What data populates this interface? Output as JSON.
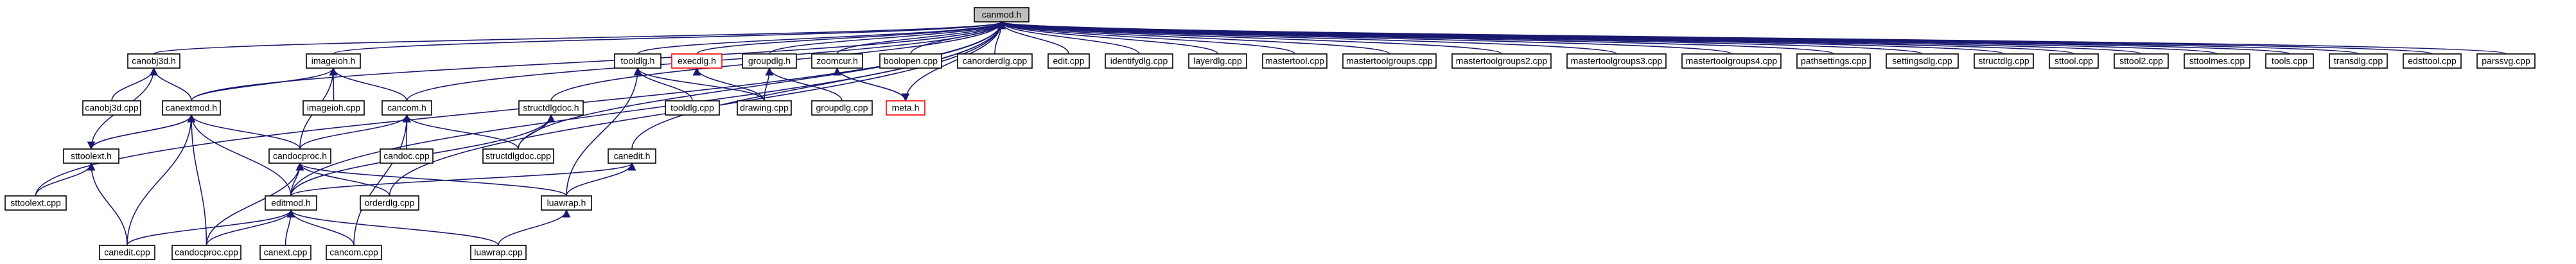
{
  "colors": {
    "edge": "#191970",
    "root_fill": "#bfbfbf",
    "node_stroke": "#000000",
    "missing_stroke": "#ff0000"
  },
  "nodes": [
    {
      "id": "canmod_h",
      "label": "canmod.h",
      "root": true
    },
    {
      "id": "canobj3d_h",
      "label": "canobj3d.h"
    },
    {
      "id": "canobj3d_cpp",
      "label": "canobj3d.cpp"
    },
    {
      "id": "imageioh_h",
      "label": "imageioh.h"
    },
    {
      "id": "imageioh_cpp",
      "label": "imageioh.cpp"
    },
    {
      "id": "canextmod_h",
      "label": "canextmod.h"
    },
    {
      "id": "sttoolext_h",
      "label": "sttoolext.h"
    },
    {
      "id": "sttoolext_cpp",
      "label": "sttoolext.cpp"
    },
    {
      "id": "cancom_h",
      "label": "cancom.h"
    },
    {
      "id": "candoc_cpp",
      "label": "candoc.cpp"
    },
    {
      "id": "candocproc_h",
      "label": "candocproc.h"
    },
    {
      "id": "editmod_h",
      "label": "editmod.h"
    },
    {
      "id": "orderdlg_cpp",
      "label": "orderdlg.cpp"
    },
    {
      "id": "canedit_cpp",
      "label": "canedit.cpp"
    },
    {
      "id": "candocproc_cpp",
      "label": "candocproc.cpp"
    },
    {
      "id": "canext_cpp",
      "label": "canext.cpp"
    },
    {
      "id": "cancom_cpp",
      "label": "cancom.cpp"
    },
    {
      "id": "luawrap_h",
      "label": "luawrap.h"
    },
    {
      "id": "luawrap_cpp",
      "label": "luawrap.cpp"
    },
    {
      "id": "structdlgdoc_h",
      "label": "structdlgdoc.h"
    },
    {
      "id": "structdlgdoc_cpp",
      "label": "structdlgdoc.cpp"
    },
    {
      "id": "canedit_h",
      "label": "canedit.h"
    },
    {
      "id": "tooldlg_h",
      "label": "tooldlg.h"
    },
    {
      "id": "tooldlg_cpp",
      "label": "tooldlg.cpp"
    },
    {
      "id": "execdlg_h",
      "label": "execdlg.h",
      "missing": true
    },
    {
      "id": "drawing_cpp",
      "label": "drawing.cpp"
    },
    {
      "id": "groupdlg_h",
      "label": "groupdlg.h"
    },
    {
      "id": "groupdlg_cpp",
      "label": "groupdlg.cpp"
    },
    {
      "id": "zoomcur_h",
      "label": "zoomcur.h"
    },
    {
      "id": "meta_h",
      "label": "meta.h",
      "missing": true
    },
    {
      "id": "boolopen_cpp",
      "label": "boolopen.cpp"
    },
    {
      "id": "canorderdlg_cpp",
      "label": "canorderdlg.cpp"
    },
    {
      "id": "edit_cpp",
      "label": "edit.cpp"
    },
    {
      "id": "identifydlg_cpp",
      "label": "identifydlg.cpp"
    },
    {
      "id": "layerdlg_cpp",
      "label": "layerdlg.cpp"
    },
    {
      "id": "mastertool_cpp",
      "label": "mastertool.cpp"
    },
    {
      "id": "mastertoolgroups_cpp",
      "label": "mastertoolgroups.cpp"
    },
    {
      "id": "mastertoolgroups2_cpp",
      "label": "mastertoolgroups2.cpp"
    },
    {
      "id": "mastertoolgroups3_cpp",
      "label": "mastertoolgroups3.cpp"
    },
    {
      "id": "mastertoolgroups4_cpp",
      "label": "mastertoolgroups4.cpp"
    },
    {
      "id": "pathsettings_cpp",
      "label": "pathsettings.cpp"
    },
    {
      "id": "settingsdlg_cpp",
      "label": "settingsdlg.cpp"
    },
    {
      "id": "structdlg_cpp",
      "label": "structdlg.cpp"
    },
    {
      "id": "sttool_cpp",
      "label": "sttool.cpp"
    },
    {
      "id": "sttool2_cpp",
      "label": "sttool2.cpp"
    },
    {
      "id": "sttoolmes_cpp",
      "label": "sttoolmes.cpp"
    },
    {
      "id": "tools_cpp",
      "label": "tools.cpp"
    },
    {
      "id": "transdlg_cpp",
      "label": "transdlg.cpp"
    },
    {
      "id": "edsttool_cpp",
      "label": "edsttool.cpp"
    },
    {
      "id": "parssvg_cpp",
      "label": "parssvg.cpp"
    }
  ],
  "edges": [
    [
      "canobj3d_h",
      "canmod_h"
    ],
    [
      "imageioh_h",
      "canmod_h"
    ],
    [
      "cancom_h",
      "canmod_h"
    ],
    [
      "structdlgdoc_h",
      "canmod_h"
    ],
    [
      "canedit_h",
      "canmod_h"
    ],
    [
      "tooldlg_h",
      "canmod_h"
    ],
    [
      "execdlg_h",
      "canmod_h"
    ],
    [
      "groupdlg_h",
      "canmod_h"
    ],
    [
      "zoomcur_h",
      "canmod_h"
    ],
    [
      "boolopen_cpp",
      "canmod_h"
    ],
    [
      "canorderdlg_cpp",
      "canmod_h"
    ],
    [
      "edit_cpp",
      "canmod_h"
    ],
    [
      "identifydlg_cpp",
      "canmod_h"
    ],
    [
      "layerdlg_cpp",
      "canmod_h"
    ],
    [
      "mastertool_cpp",
      "canmod_h"
    ],
    [
      "mastertoolgroups_cpp",
      "canmod_h"
    ],
    [
      "mastertoolgroups2_cpp",
      "canmod_h"
    ],
    [
      "mastertoolgroups3_cpp",
      "canmod_h"
    ],
    [
      "mastertoolgroups4_cpp",
      "canmod_h"
    ],
    [
      "pathsettings_cpp",
      "canmod_h"
    ],
    [
      "settingsdlg_cpp",
      "canmod_h"
    ],
    [
      "structdlg_cpp",
      "canmod_h"
    ],
    [
      "sttool_cpp",
      "canmod_h"
    ],
    [
      "sttool2_cpp",
      "canmod_h"
    ],
    [
      "sttoolmes_cpp",
      "canmod_h"
    ],
    [
      "tools_cpp",
      "canmod_h"
    ],
    [
      "transdlg_cpp",
      "canmod_h"
    ],
    [
      "edsttool_cpp",
      "canmod_h"
    ],
    [
      "parssvg_cpp",
      "canmod_h"
    ],
    [
      "sttoolext_cpp",
      "canmod_h"
    ],
    [
      "canextmod_h",
      "canmod_h"
    ],
    [
      "editmod_h",
      "canmod_h"
    ],
    [
      "orderdlg_cpp",
      "canmod_h"
    ],
    [
      "structdlgdoc_cpp",
      "canmod_h"
    ],
    [
      "meta_h",
      "canmod_h"
    ],
    [
      "canobj3d_cpp",
      "canobj3d_h"
    ],
    [
      "sttoolext_h",
      "canobj3d_h"
    ],
    [
      "canextmod_h",
      "canobj3d_h"
    ],
    [
      "canextmod_h",
      "imageioh_h"
    ],
    [
      "imageioh_cpp",
      "imageioh_h"
    ],
    [
      "cancom_h",
      "imageioh_h"
    ],
    [
      "candocproc_h",
      "imageioh_h"
    ],
    [
      "sttoolext_h",
      "canextmod_h"
    ],
    [
      "canextmod_h",
      "sttoolext_h"
    ],
    [
      "sttoolext_cpp",
      "sttoolext_h"
    ],
    [
      "canedit_cpp",
      "sttoolext_h"
    ],
    [
      "candocproc_h",
      "canextmod_h"
    ],
    [
      "editmod_h",
      "canextmod_h"
    ],
    [
      "canedit_cpp",
      "canextmod_h"
    ],
    [
      "candocproc_cpp",
      "canextmod_h"
    ],
    [
      "candoc_cpp",
      "cancom_h"
    ],
    [
      "candocproc_h",
      "cancom_h"
    ],
    [
      "structdlgdoc_cpp",
      "cancom_h"
    ],
    [
      "cancom_cpp",
      "cancom_h"
    ],
    [
      "editmod_h",
      "candocproc_h"
    ],
    [
      "orderdlg_cpp",
      "candocproc_h"
    ],
    [
      "luawrap_h",
      "candocproc_h"
    ],
    [
      "candocproc_cpp",
      "candocproc_h"
    ],
    [
      "canedit_cpp",
      "editmod_h"
    ],
    [
      "candocproc_cpp",
      "editmod_h"
    ],
    [
      "canext_cpp",
      "editmod_h"
    ],
    [
      "cancom_cpp",
      "editmod_h"
    ],
    [
      "luawrap_cpp",
      "editmod_h"
    ],
    [
      "luawrap_cpp",
      "luawrap_h"
    ],
    [
      "structdlgdoc_cpp",
      "structdlgdoc_h"
    ],
    [
      "editmod_h",
      "structdlgdoc_h"
    ],
    [
      "editmod_h",
      "canedit_h"
    ],
    [
      "luawrap_h",
      "canedit_h"
    ],
    [
      "tooldlg_cpp",
      "tooldlg_h"
    ],
    [
      "drawing_cpp",
      "tooldlg_h"
    ],
    [
      "luawrap_h",
      "tooldlg_h"
    ],
    [
      "drawing_cpp",
      "execdlg_h"
    ],
    [
      "drawing_cpp",
      "groupdlg_h"
    ],
    [
      "groupdlg_cpp",
      "groupdlg_h"
    ],
    [
      "meta_h",
      "zoomcur_h"
    ],
    [
      "zoomcur_h",
      "meta_h"
    ]
  ]
}
